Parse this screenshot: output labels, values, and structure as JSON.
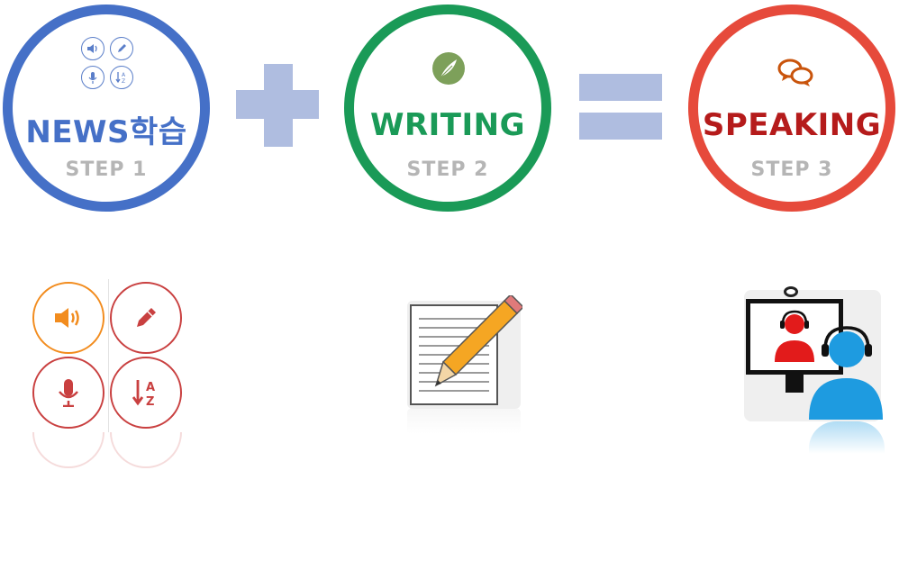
{
  "steps": [
    {
      "title": "NEWS학습",
      "step": "STEP 1",
      "color": "#4570c7"
    },
    {
      "title": "WRITING",
      "step": "STEP 2",
      "color": "#1a9a57"
    },
    {
      "title": "SPEAKING",
      "step": "STEP 3",
      "color": "#e64a3b",
      "title_color": "#b51b1b"
    }
  ],
  "operators": [
    "plus",
    "equals"
  ],
  "icons": {
    "step1_badge": [
      "speaker-icon",
      "pencil-icon",
      "microphone-icon",
      "sort-az-icon"
    ],
    "step2_badge": "feather-icon",
    "step3_badge": "chat-bubbles-icon",
    "step1_large": [
      "speaker-icon",
      "pencil-icon",
      "microphone-icon",
      "sort-az-icon"
    ],
    "step2_large": "notepad-pencil-icon",
    "step3_large": "video-conference-icon"
  },
  "az_label": {
    "a": "A",
    "z": "Z"
  }
}
